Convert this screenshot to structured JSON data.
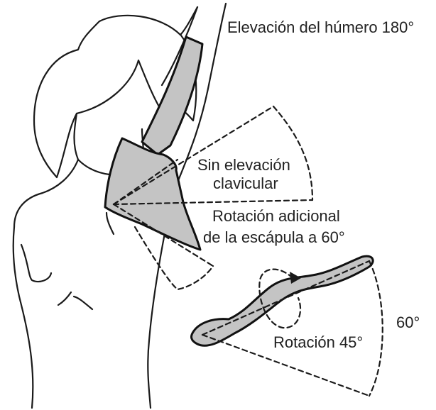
{
  "labels": {
    "humerus_elevation": "Elevación del húmero 180°",
    "no_clavicular_line1": "Sin elevación",
    "no_clavicular_line2": "clavicular",
    "scapula_rotation_line1": "Rotación adicional",
    "scapula_rotation_line2": "de la escápula a 60°",
    "clavicle_angle": "60°",
    "clavicle_rotation": "Rotación 45°"
  },
  "colors": {
    "bone_fill": "#c4c4c4",
    "outline": "#1a1a1a",
    "background": "#ffffff"
  }
}
